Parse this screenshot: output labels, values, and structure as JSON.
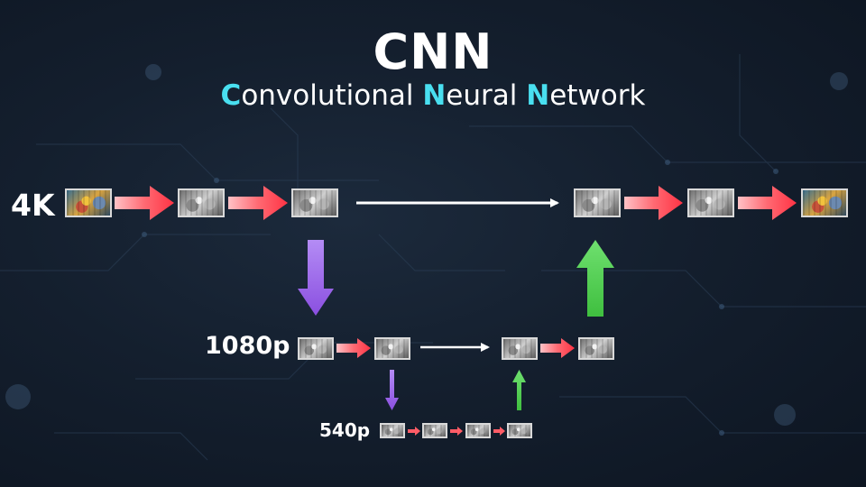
{
  "title": "CNN",
  "subtitle": {
    "c_letter": "C",
    "part1": "onvolutional ",
    "n_letter": "N",
    "part2": "eural ",
    "n2_letter": "N",
    "part3": "etwork"
  },
  "labels": {
    "r4k": "4K",
    "r1080": "1080p",
    "r540": "540p"
  },
  "colors": {
    "accent": "#49dff0",
    "red_arrow": "#ff5c66",
    "purple_arrow": "#9a63e8",
    "green_arrow": "#4fd14f",
    "white_arrow": "#ffffff"
  },
  "icons": {
    "color_frame": "color-image-thumbnail",
    "gray_frame": "grayscale-feature-map-thumbnail"
  }
}
